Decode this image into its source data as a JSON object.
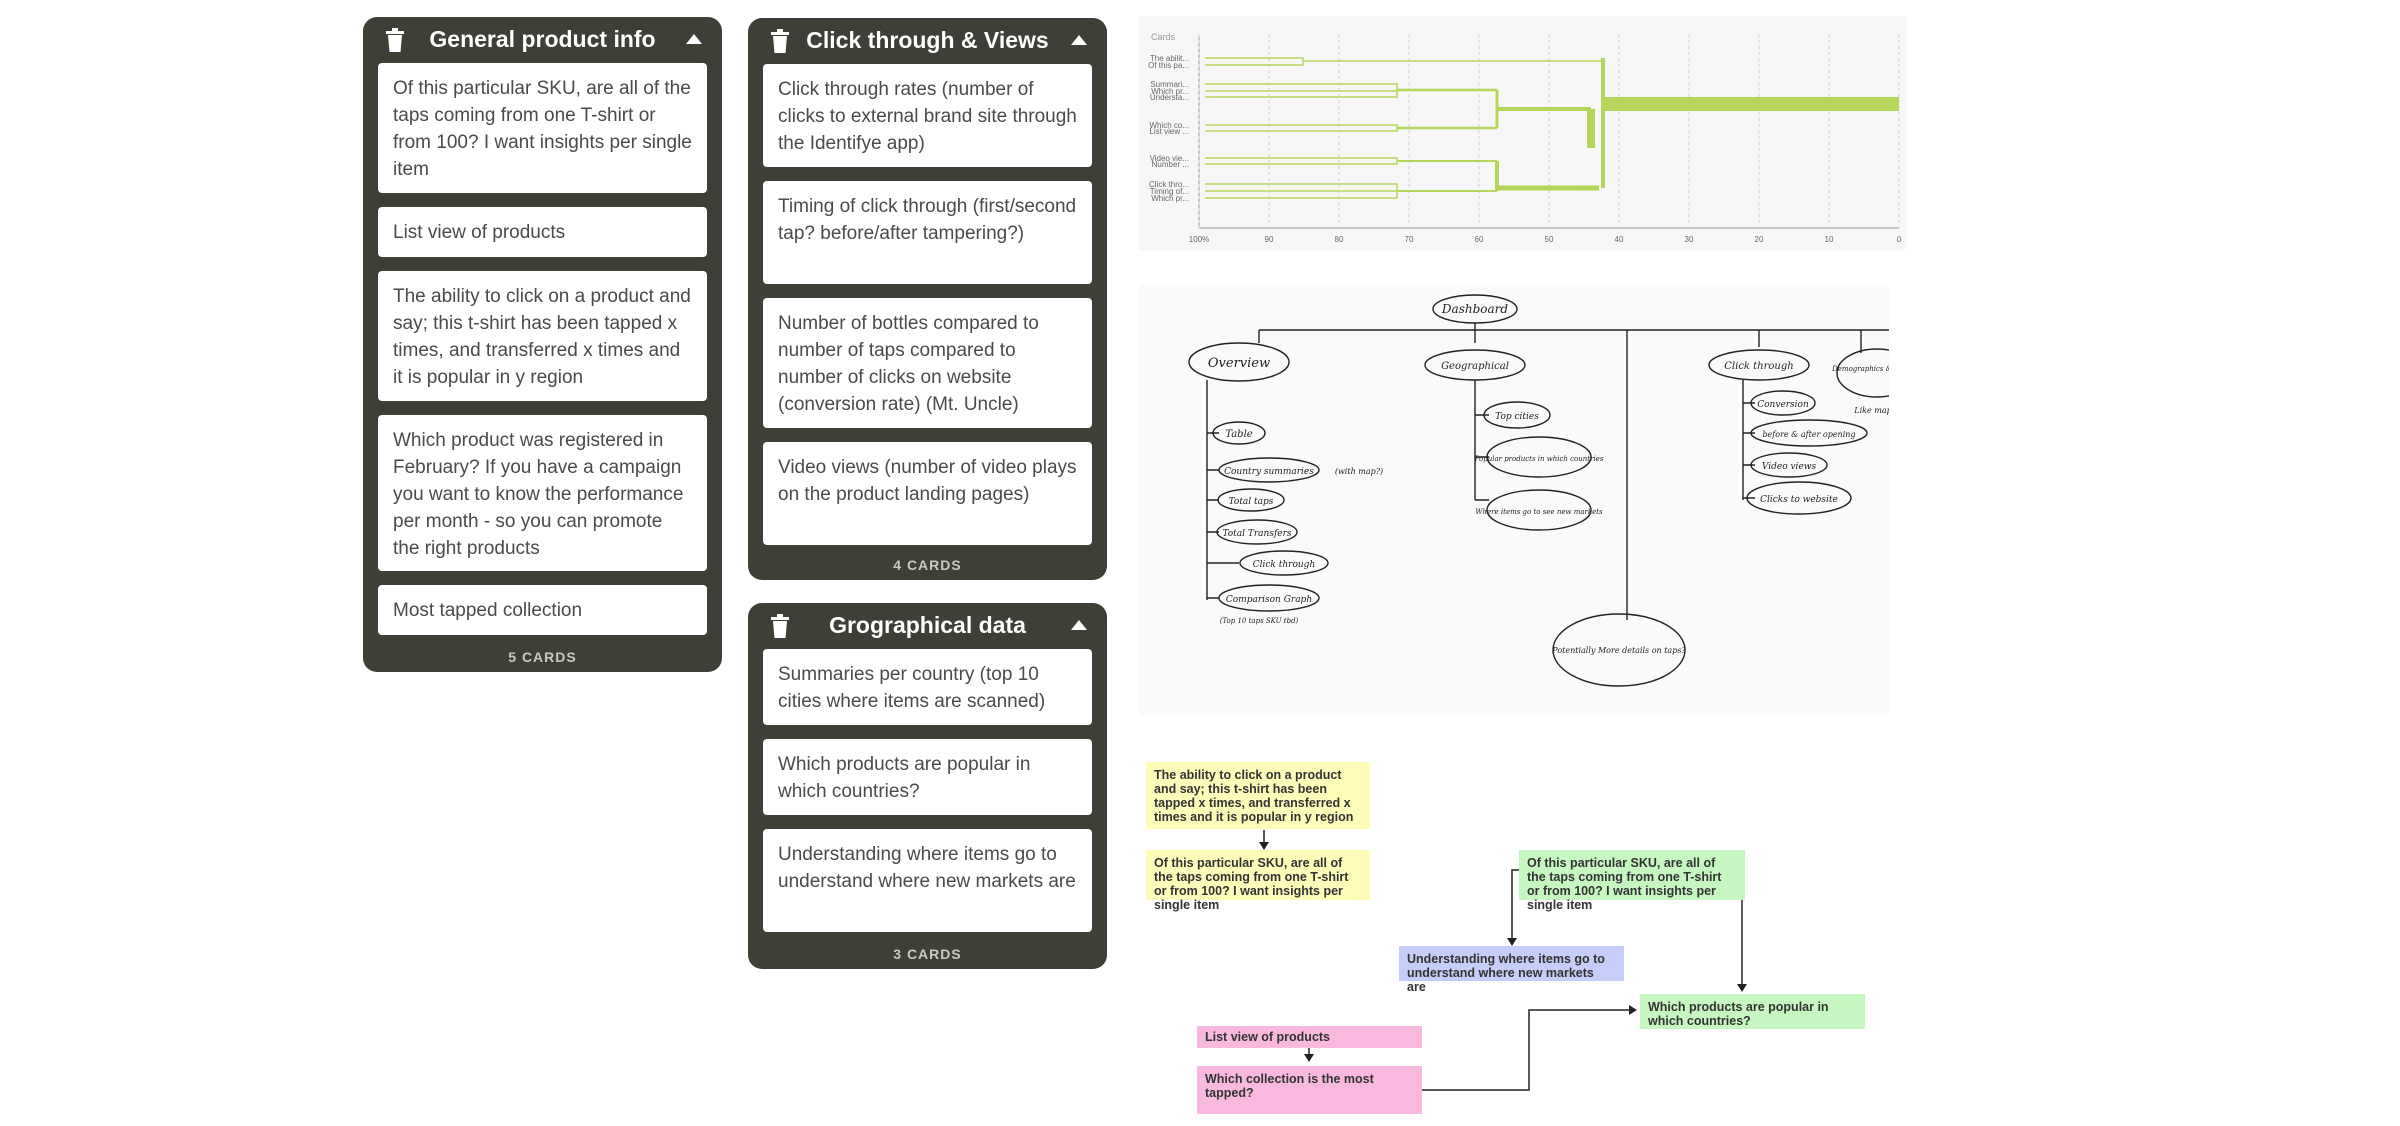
{
  "groups": [
    {
      "title": "General product info",
      "cards": [
        "Of this particular SKU, are all of the taps coming from one T-shirt or from 100? I want insights per single item",
        "List view of products",
        "The ability to click on a product and say; this t-shirt has been tapped x times, and transferred x times and it is popular in y region",
        "Which product was registered in February? If you have a campaign you want to know the performance per month - so you can promote the right products",
        "Most tapped collection"
      ],
      "count_label": "5 CARDS"
    },
    {
      "title": "Click through & Views",
      "cards": [
        "Click through rates (number of clicks to external brand site through the Identifye app)",
        "Timing of click through (first/second tap? before/after tampering?)",
        "Number of bottles compared to number of taps compared to number of clicks on website (conversion rate) (Mt. Uncle)",
        "Video views (number of video plays on the product landing pages)"
      ],
      "count_label": "4 CARDS"
    },
    {
      "title": "Grographical data",
      "cards": [
        "Summaries per country (top 10 cities where items are scanned)",
        "Which products are popular in which countries?",
        "Understanding where items go to understand where new markets are"
      ],
      "count_label": "3 CARDS"
    }
  ],
  "dendrogram": {
    "axis_title": "Cards",
    "leaf_labels": [
      "The abilit...",
      "Of this pa...",
      "Summari...",
      "Which pr...",
      "Understa...",
      "Which co...",
      "List view ...",
      "Video vie...",
      "Number ...",
      "Click thro...",
      "Timing of...",
      "Which pr..."
    ],
    "x_ticks": [
      "100%",
      "90",
      "80",
      "70",
      "60",
      "50",
      "40",
      "30",
      "20",
      "10",
      "0"
    ],
    "line_color": "#b5d65a"
  },
  "sketch": {
    "root": "Dashboard",
    "overview": "Overview",
    "overview_items": [
      "Table",
      "Country summaries",
      "Total taps",
      "Total Transfers",
      "Click through",
      "Comparison Graph"
    ],
    "overview_side_note": "(with map?)",
    "overview_bottom_note": "(Top 10 taps SKU tbd)",
    "geo": "Geographical",
    "geo_items": [
      "Top cities",
      "Popular products in which countries",
      "Where items go to see new markets"
    ],
    "click": "Click through",
    "click_items": [
      "Conversion",
      "before & after opening",
      "Video views",
      "Clicks to website"
    ],
    "demo": "Demographics & Devices",
    "demo_note": "Like map",
    "potential": "Potentially More details on taps?"
  },
  "flow_notes": {
    "yellow_1": "The ability to click on a product and say; this t-shirt has been tapped x times, and transferred x times and it is popular in y region",
    "yellow_2": "Of this particular SKU, are all of the taps coming from one T-shirt or from 100? I want insights per single item",
    "green_1": "Of this particular SKU, are all of the taps coming from one T-shirt or from 100? I want insights per single item",
    "blue_1": "Understanding where items go to understand where new markets are",
    "green_2": "Which products are popular in which countries?",
    "pink_1": "List view of products",
    "pink_2": "Which collection is the most tapped?"
  },
  "colors": {
    "group_bg": "#3e3f36",
    "yellow": "#fdfcb8",
    "green": "#c6f7c0",
    "blue": "#c5cdf8",
    "pink": "#f9b9df"
  }
}
